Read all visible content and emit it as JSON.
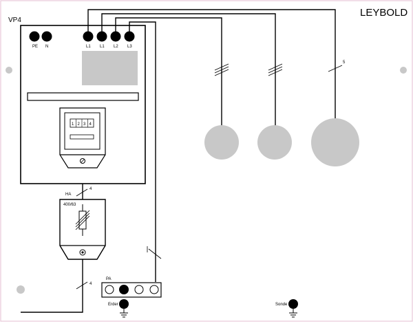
{
  "panel": {
    "brand": "LEYBOLD",
    "device_label": "VP4"
  },
  "terminals": {
    "pe": "PE",
    "n": "N",
    "l1a": "L1",
    "l1b": "L1",
    "l2": "L2",
    "l3": "L3"
  },
  "meter": {
    "digits": [
      "1",
      "2",
      "3",
      "4"
    ]
  },
  "main_switch": {
    "label": "HA",
    "rating": "400/63"
  },
  "wire_counts": {
    "feed_to_switch": "4",
    "incoming": "4",
    "heater_right": "5"
  },
  "earthing": {
    "bar_label": "PA",
    "earth_label": "Erder",
    "probe_label": "Sonde"
  },
  "colors": {
    "lamp_gray": "#c8c8c8",
    "border_pink": "#e8c8d8",
    "line": "#000000"
  }
}
